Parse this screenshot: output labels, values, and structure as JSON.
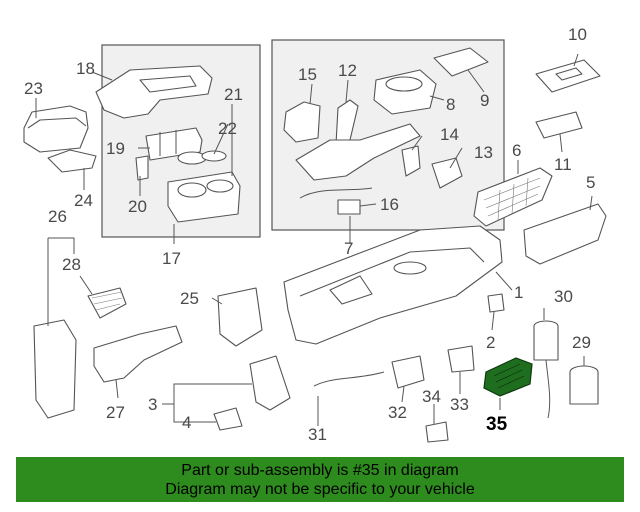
{
  "callouts": {
    "c1": "1",
    "c2": "2",
    "c3": "3",
    "c4": "4",
    "c5": "5",
    "c6": "6",
    "c7": "7",
    "c8": "8",
    "c9": "9",
    "c10": "10",
    "c11": "11",
    "c12": "12",
    "c13": "13",
    "c14": "14",
    "c15": "15",
    "c16": "16",
    "c17": "17",
    "c18": "18",
    "c19": "19",
    "c20": "20",
    "c21": "21",
    "c22": "22",
    "c23": "23",
    "c24": "24",
    "c25": "25",
    "c26": "26",
    "c27": "27",
    "c28": "28",
    "c29": "29",
    "c30": "30",
    "c31": "31",
    "c32": "32",
    "c33": "33",
    "c34": "34",
    "c35": "35"
  },
  "highlighted_part": "35",
  "colors": {
    "banner": "#2e8b1e",
    "highlight": "#1f6e1f"
  },
  "banner": {
    "line1": "Part or sub-assembly is #35 in diagram",
    "line2": "Diagram may not be specific to your vehicle"
  }
}
